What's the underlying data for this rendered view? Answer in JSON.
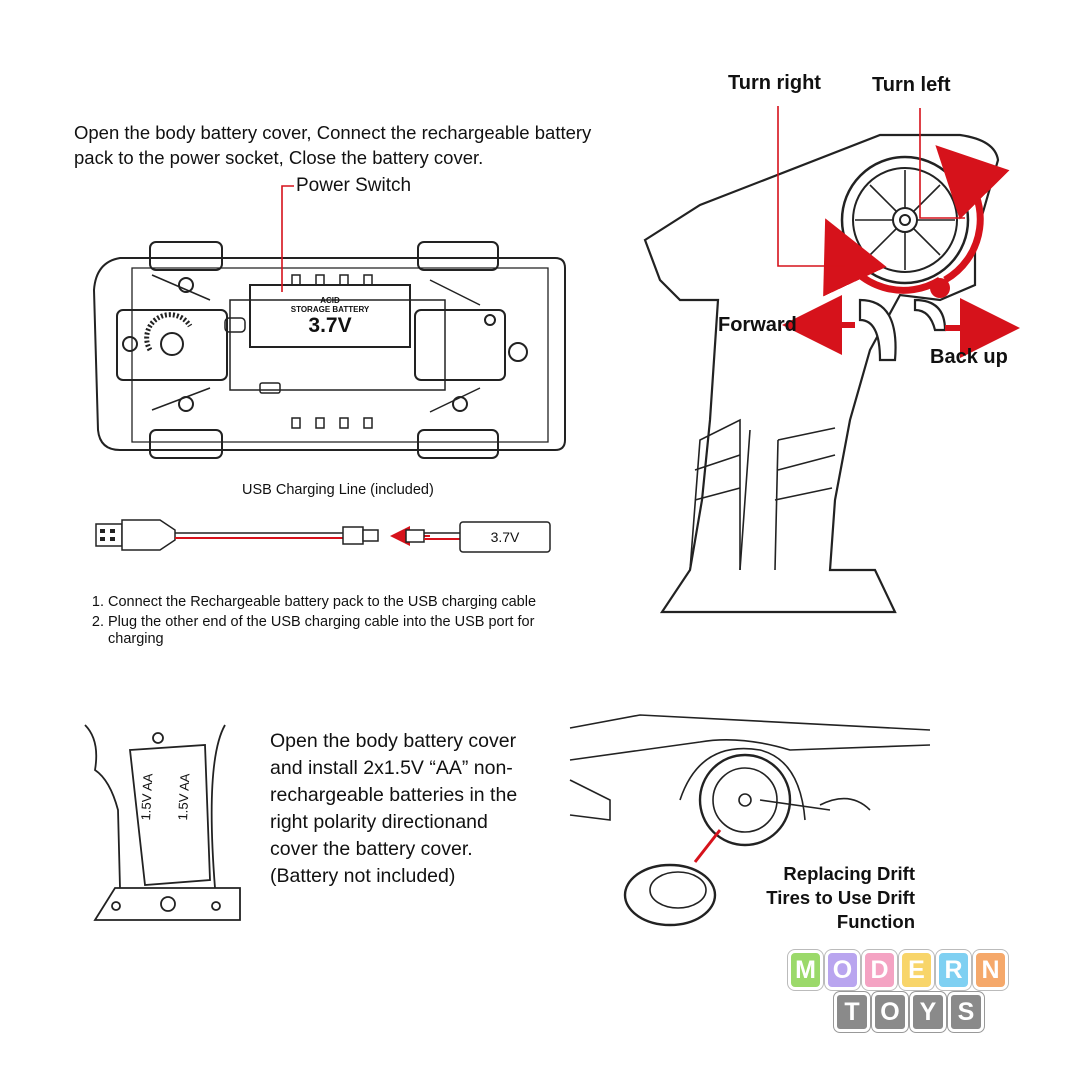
{
  "instructions": {
    "intro": "Open the body battery cover, Connect the rechargeable battery pack to the power socket, Close the battery cover.",
    "power_switch": "Power Switch",
    "battery_line1": "ACID",
    "battery_line2": "STORAGE BATTERY",
    "battery_voltage": "3.7V",
    "usb_label": "USB Charging Line (included)",
    "charger_voltage": "3.7V",
    "step1": "Connect the Rechargeable battery pack to the USB charging cable",
    "step2": "Plug the other end of the USB charging cable into the USB port for charging"
  },
  "controller": {
    "turn_right": "Turn right",
    "turn_left": "Turn left",
    "forward": "Forward",
    "back_up": "Back up"
  },
  "aa_panel": {
    "text": "Open the body battery cover and install 2x1.5V “AA” non-rechargeable batteries in the right polarity directionand cover the battery cover. (Battery not included)",
    "battery_label": "1.5V AA"
  },
  "drift_panel": {
    "text": "Replacing Drift Tires to Use Drift Function"
  },
  "brand": {
    "word1": [
      "M",
      "O",
      "D",
      "E",
      "R",
      "N"
    ],
    "word2": [
      "T",
      "O",
      "Y",
      "S"
    ],
    "colors": [
      "#9bd96a",
      "#b9a5ef",
      "#f4a3c3",
      "#f8d56a",
      "#7fd0f2",
      "#f5a86a"
    ]
  },
  "accent": "#d6121b"
}
